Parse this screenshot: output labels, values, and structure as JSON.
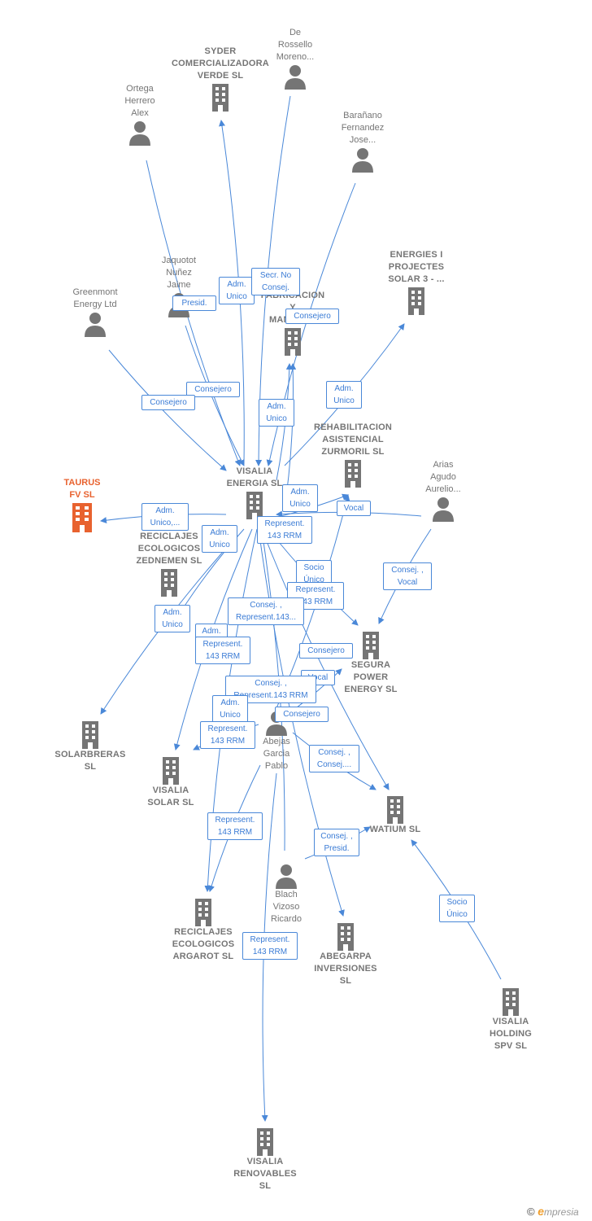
{
  "colors": {
    "edge": "#4a88d8",
    "node": "#757575",
    "focus": "#e8622f",
    "label_border": "#4a88d8",
    "label_text": "#3a7bd5"
  },
  "nodes": [
    {
      "id": "syder",
      "type": "company",
      "label": "SYDER\nCOMERCIALIZADORA\nVERDE SL"
    },
    {
      "id": "rossello",
      "type": "person",
      "label": "De\nRossello\nMoreno..."
    },
    {
      "id": "ortega",
      "type": "person",
      "label": "Ortega\nHerrero\nAlex"
    },
    {
      "id": "baranano",
      "type": "person",
      "label": "Barañano\nFernandez\nJose..."
    },
    {
      "id": "energies",
      "type": "company",
      "label": "ENERGIES I\nPROJECTES\nSOLAR 3 - ..."
    },
    {
      "id": "jaquotot",
      "type": "person",
      "label": "Jaquotot\nNuñez\nJaime"
    },
    {
      "id": "greenmont",
      "type": "person",
      "label": "Greenmont\nEnergy Ltd"
    },
    {
      "id": "fabricacion",
      "type": "company",
      "label": "FABRICACION\nY\nMANUFA..."
    },
    {
      "id": "rehabilitacion",
      "type": "company",
      "label": "REHABILITACION\nASISTENCIAL\nZURMORIL SL"
    },
    {
      "id": "visalia_energia",
      "type": "company",
      "label": "VISALIA\nENERGIA SL"
    },
    {
      "id": "taurus",
      "type": "focus",
      "label": "TAURUS\nFV SL"
    },
    {
      "id": "arias",
      "type": "person",
      "label": "Arias\nAgudo\nAurelio..."
    },
    {
      "id": "zednemen",
      "type": "company",
      "label": "RECICLAJES\nECOLOGICOS\nZEDNEMEN SL"
    },
    {
      "id": "segura",
      "type": "company",
      "label": "SEGURA\nPOWER\nENERGY SL"
    },
    {
      "id": "solarbreras",
      "type": "company",
      "label": "SOLARBRERAS\nSL"
    },
    {
      "id": "visalia_solar",
      "type": "company",
      "label": "VISALIA\nSOLAR SL"
    },
    {
      "id": "abejas",
      "type": "person",
      "label": "Abejas\nGarcia\nPablo"
    },
    {
      "id": "watium",
      "type": "company",
      "label": "WATIUM SL"
    },
    {
      "id": "blach",
      "type": "person",
      "label": "Blach\nVizoso\nRicardo"
    },
    {
      "id": "argarot",
      "type": "company",
      "label": "RECICLAJES\nECOLOGICOS\nARGAROT SL"
    },
    {
      "id": "abegarpa",
      "type": "company",
      "label": "ABEGARPA\nINVERSIONES\nSL"
    },
    {
      "id": "visalia_holding",
      "type": "company",
      "label": "VISALIA\nHOLDING\nSPV SL"
    },
    {
      "id": "visalia_renovables",
      "type": "company",
      "label": "VISALIA\nRENOVABLES\nSL"
    }
  ],
  "relation_labels": [
    {
      "id": "r1",
      "text": "Adm.\nUnico"
    },
    {
      "id": "r2",
      "text": "Secr. No\nConsej."
    },
    {
      "id": "r3",
      "text": "Presid."
    },
    {
      "id": "r4",
      "text": "Consejero"
    },
    {
      "id": "r5",
      "text": "Consejero"
    },
    {
      "id": "r6",
      "text": "Consejero"
    },
    {
      "id": "r7",
      "text": "Adm.\nUnico"
    },
    {
      "id": "r8",
      "text": "Adm.\nUnico"
    },
    {
      "id": "r9",
      "text": "Adm.\nUnico"
    },
    {
      "id": "r10",
      "text": "Adm.\nUnico,..."
    },
    {
      "id": "r11",
      "text": "Vocal"
    },
    {
      "id": "r12",
      "text": "Adm.\nUnico"
    },
    {
      "id": "r13",
      "text": "Represent.\n143 RRM"
    },
    {
      "id": "r14",
      "text": "Consej. ,\nVocal"
    },
    {
      "id": "r15",
      "text": "Socio\nÚnico"
    },
    {
      "id": "r16",
      "text": "Represent.\n143 RRM"
    },
    {
      "id": "r17",
      "text": "Consej. ,\nRepresent.143..."
    },
    {
      "id": "r18",
      "text": "Adm.\nUnico"
    },
    {
      "id": "r19",
      "text": "Adm."
    },
    {
      "id": "r20",
      "text": "Represent.\n143 RRM"
    },
    {
      "id": "r21",
      "text": "Consejero"
    },
    {
      "id": "r22",
      "text": "Vocal"
    },
    {
      "id": "r23",
      "text": "Consej. ,\nRepresent.143 RRM"
    },
    {
      "id": "r24",
      "text": "Adm.\nUnico"
    },
    {
      "id": "r25",
      "text": "Consejero"
    },
    {
      "id": "r26",
      "text": "Represent.\n143 RRM"
    },
    {
      "id": "r27",
      "text": "Consej. ,\nConsej...."
    },
    {
      "id": "r28",
      "text": "Represent.\n143 RRM"
    },
    {
      "id": "r29",
      "text": "Consej. ,\nPresid."
    },
    {
      "id": "r30",
      "text": "Socio\nÚnico"
    },
    {
      "id": "r31",
      "text": "Represent.\n143 RRM"
    }
  ],
  "footer": {
    "copyright": "©",
    "brand": "mpresia",
    "brand_initial": "e"
  }
}
